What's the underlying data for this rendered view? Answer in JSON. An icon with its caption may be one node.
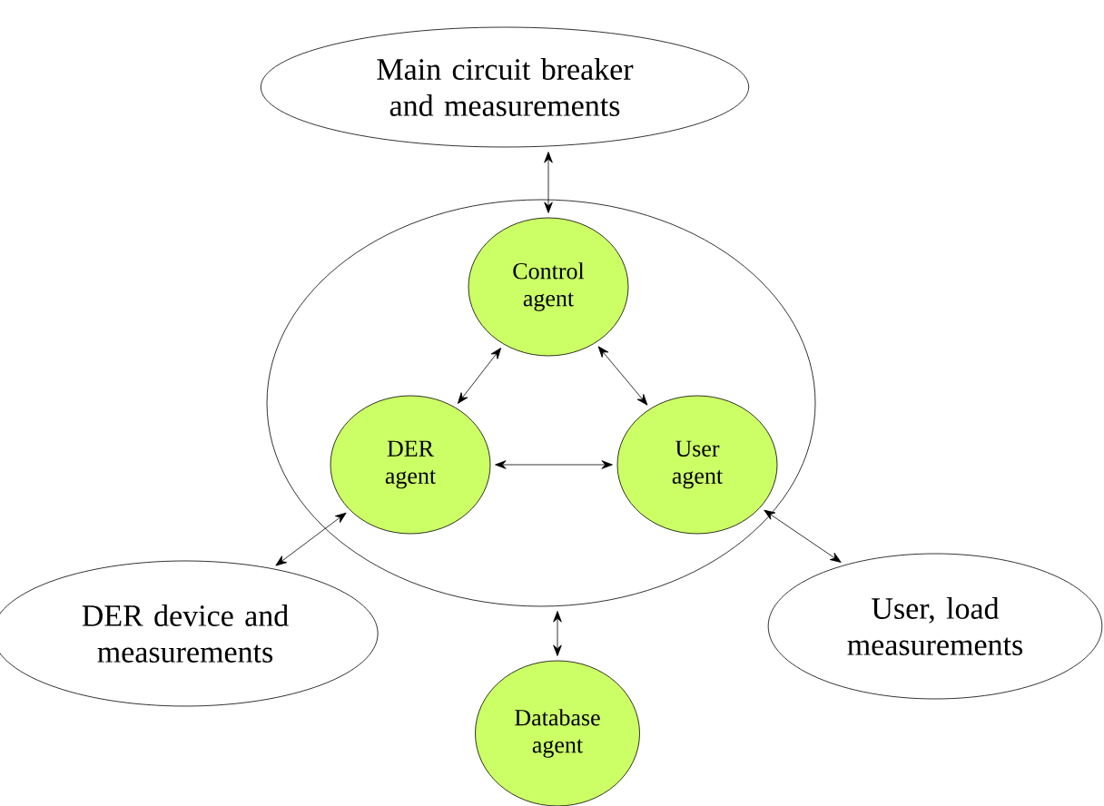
{
  "diagram": {
    "nodes": [
      {
        "text": [
          "Main circuit breaker and measurements"
        ]
      },
      {
        "text": [],
        "shape": "circle"
      },
      {
        "text": [
          "Control agent"
        ],
        "in": 1
      },
      {
        "text": [
          "DER agent"
        ],
        "in": 1
      },
      {
        "text": [
          "User agent"
        ],
        "in": 1
      },
      {
        "text": [
          "DER device and measurements"
        ]
      },
      {
        "text": [
          "User, load measurements"
        ]
      },
      {
        "text": [
          "Database agent"
        ]
      }
    ],
    "edges": [
      {
        "from": 0,
        "to": 2,
        "arrow": "both"
      },
      {
        "from": 2,
        "to": 3,
        "arrow": "both"
      },
      {
        "from": 2,
        "to": 4,
        "arrow": "both"
      },
      {
        "from": 3,
        "to": 4,
        "arrow": "both"
      },
      {
        "from": 3,
        "to": 5,
        "arrow": "both"
      },
      {
        "from": 4,
        "to": 6,
        "arrow": "both"
      },
      {
        "from": 1,
        "to": 7,
        "arrow": "both"
      }
    ]
  }
}
